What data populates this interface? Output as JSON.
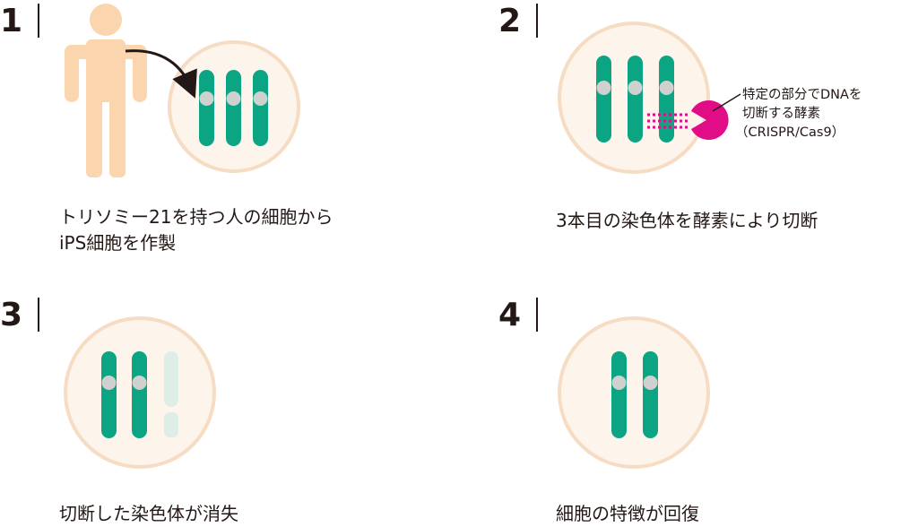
{
  "steps": [
    {
      "number": "1",
      "caption_lines": [
        "トリソミー21を持つ人の細胞から",
        "iPS細胞を作製"
      ],
      "chromosome_count": 3
    },
    {
      "number": "2",
      "caption_lines": [
        "3本目の染色体を酵素により切断"
      ],
      "annotation_lines": [
        "特定の部分でDNAを",
        "切断する酵素",
        "（CRISPR/Cas9）"
      ],
      "chromosome_count": 3
    },
    {
      "number": "3",
      "caption_lines": [
        "切断した染色体が消失"
      ],
      "chromosome_count": 3
    },
    {
      "number": "4",
      "caption_lines": [
        "細胞の特徴が回復"
      ],
      "chromosome_count": 2
    }
  ],
  "colors": {
    "person": "#fbd5ae",
    "cell_fill": "#fdf4ec",
    "cell_border": "#f6dcc3",
    "chromosome": "#0ca584",
    "centromere": "#d0d1cf",
    "faded_chromosome": "#deeee6",
    "enzyme": "#e00d86",
    "arrow": "#231815"
  },
  "icons": [
    "person-icon",
    "curved-arrow-icon",
    "enzyme-icon"
  ]
}
